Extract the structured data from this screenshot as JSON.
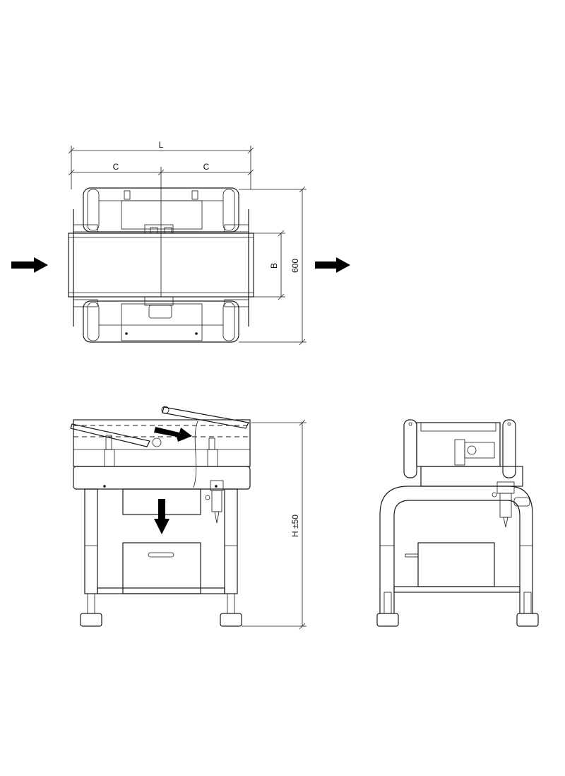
{
  "top_view": {
    "dim_overall_length": "L",
    "dim_half_left": "C",
    "dim_half_right": "C",
    "dim_belt_width": "B",
    "dim_depth": "600"
  },
  "side_view": {
    "dim_height": "H ±50"
  },
  "icons": {
    "infeed_arrow": "arrow-right-icon",
    "outfeed_arrow": "arrow-right-icon",
    "reject_arrow": "arrow-right-icon",
    "drop_arrow": "arrow-down-icon"
  }
}
